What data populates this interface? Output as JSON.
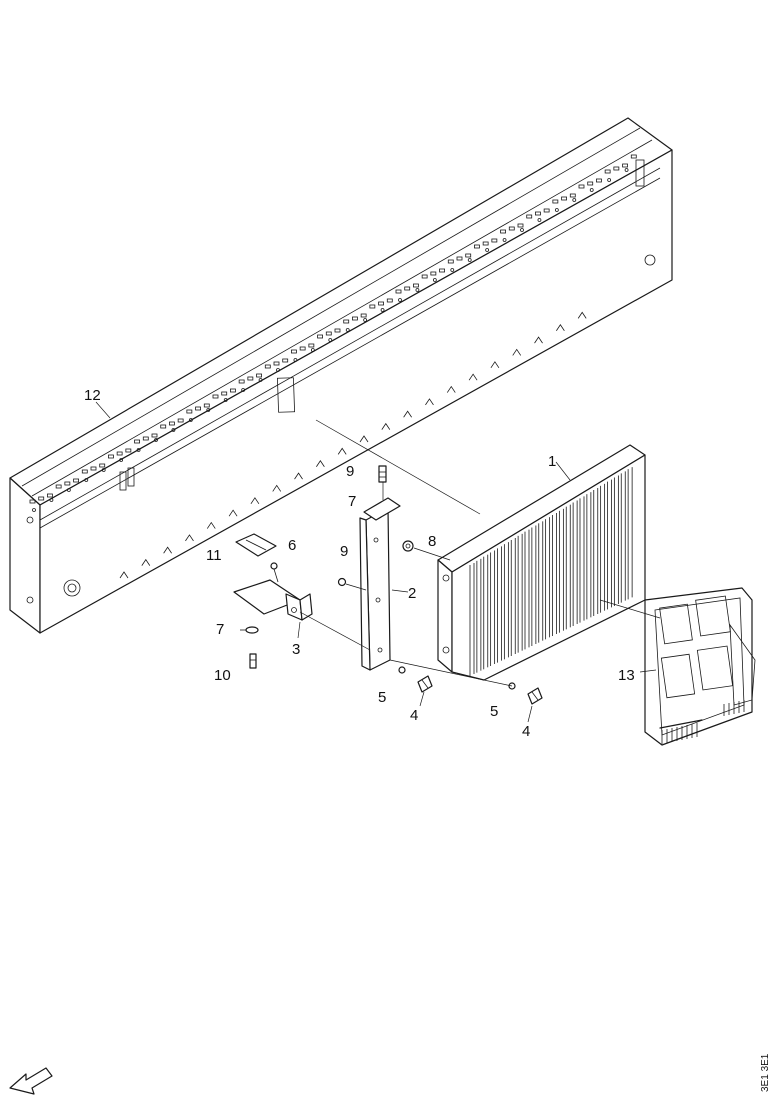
{
  "callouts": {
    "c1": "1",
    "c2": "2",
    "c3": "3",
    "c4a": "4",
    "c4b": "4",
    "c5a": "5",
    "c5b": "5",
    "c6": "6",
    "c7a": "7",
    "c7b": "7",
    "c8": "8",
    "c9a": "9",
    "c9b": "9",
    "c10": "10",
    "c11": "11",
    "c12": "12",
    "c13": "13"
  },
  "drawing_code": "3E1 3E1",
  "icons": {
    "orientation": "direction-arrow-icon"
  }
}
